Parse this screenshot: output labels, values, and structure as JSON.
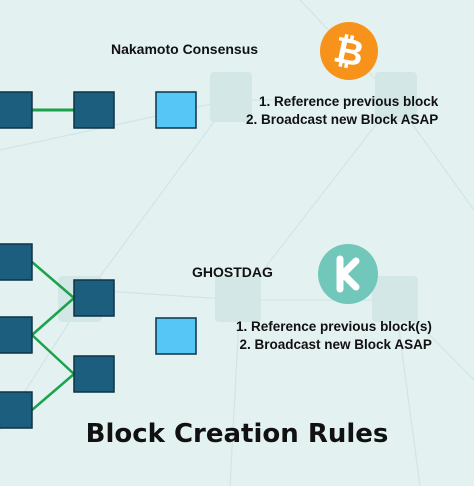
{
  "nakamoto": {
    "title": "Nakamoto Consensus",
    "logo_glyph": "₿",
    "logo_color": "#f7931a",
    "rules": [
      "1. Reference previous block",
      "2. Broadcast new Block ASAP"
    ]
  },
  "ghostdag": {
    "title": "GHOSTDAG",
    "logo_glyph": "K",
    "logo_color": "#70c7ba",
    "rules": [
      "1. Reference previous block(s)",
      "2. Broadcast new Block ASAP"
    ]
  },
  "footer": {
    "title": "Block Creation Rules"
  },
  "colors": {
    "block_existing": "#1b5e7e",
    "block_new": "#55c6f5",
    "edge": "#1aa34a",
    "background": "#e3f1f1"
  }
}
